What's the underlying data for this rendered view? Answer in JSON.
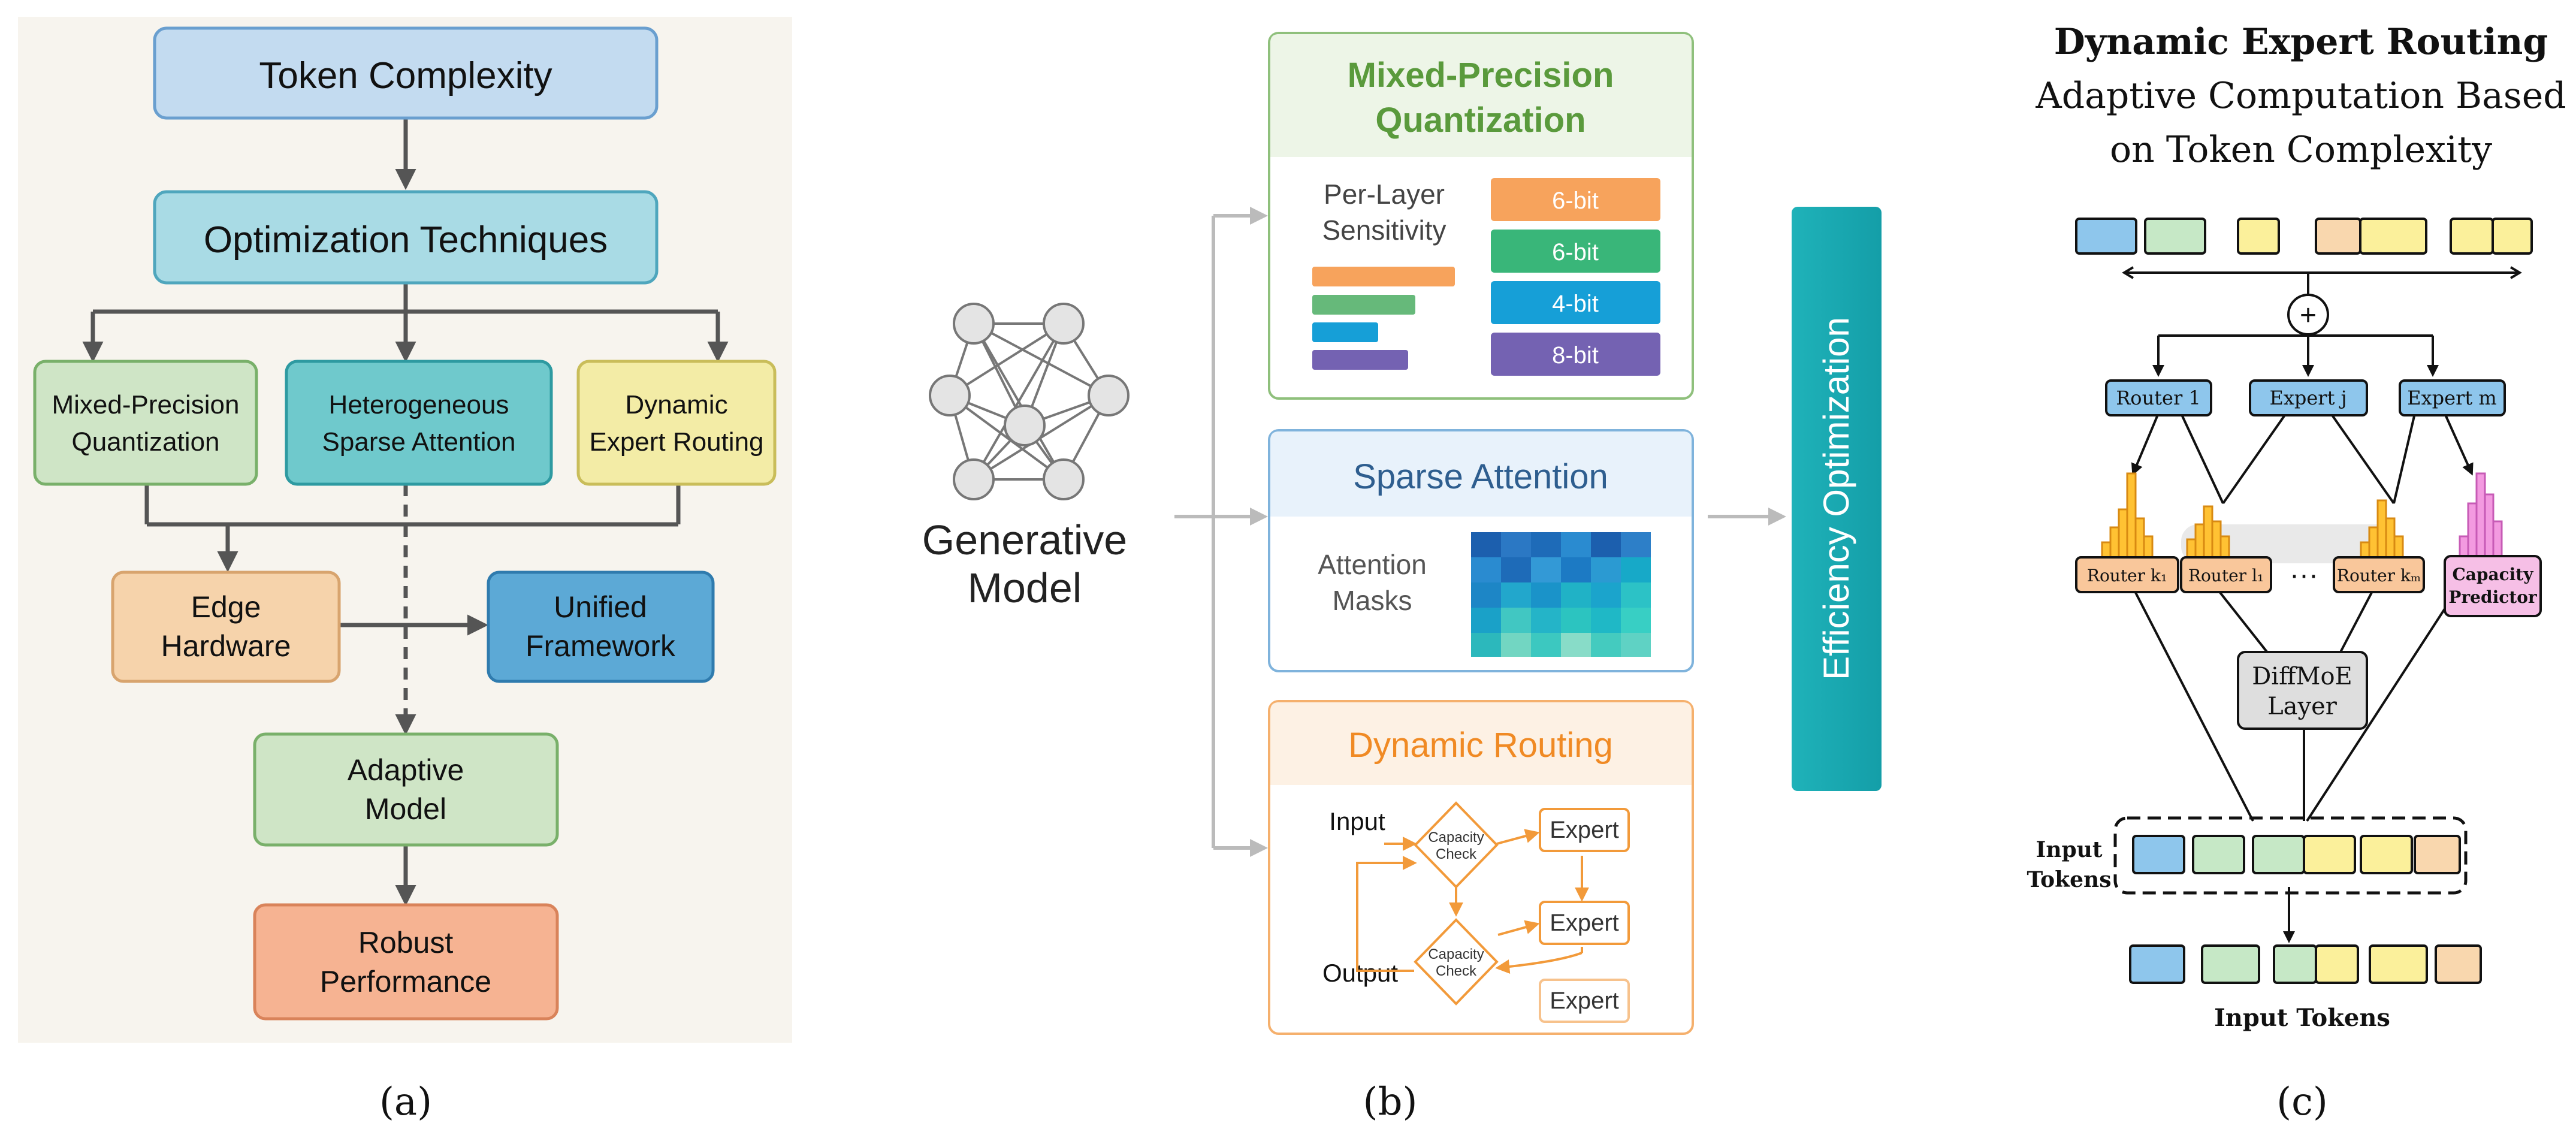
{
  "panel_a": {
    "token_complexity": "Token Complexity",
    "optimization_techniques": "Optimization Techniques",
    "mixed_precision": [
      "Mixed-Precision",
      "Quantization"
    ],
    "heterogeneous": [
      "Heterogeneous",
      "Sparse Attention"
    ],
    "dynamic_expert": [
      "Dynamic",
      "Expert Routing"
    ],
    "edge_hardware": [
      "Edge",
      "Hardware"
    ],
    "unified_framework": [
      "Unified",
      "Framework"
    ],
    "adaptive_model": [
      "Adaptive",
      "Model"
    ],
    "robust_performance": [
      "Robust",
      "Performance"
    ],
    "caption": "(a)"
  },
  "panel_b": {
    "generative_model": [
      "Generative",
      "Model"
    ],
    "mixed_precision_title": [
      "Mixed-Precision",
      "Quantization"
    ],
    "per_layer": [
      "Per-Layer",
      "Sensitivity"
    ],
    "bits": [
      "6-bit",
      "6-bit",
      "4-bit",
      "8-bit"
    ],
    "sparse_attention_title": "Sparse Attention",
    "attention_masks": [
      "Attention",
      "Masks"
    ],
    "dynamic_routing_title": "Dynamic Routing",
    "input": "Input",
    "output": "Output",
    "capacity_check": [
      "Capacity",
      "Check"
    ],
    "expert": "Expert",
    "efficiency": "Efficiency Optimization",
    "caption": "(b)"
  },
  "panel_c": {
    "title": "Dynamic Expert Routing",
    "subtitle": [
      "Adaptive Computation Based",
      "on Token Complexity"
    ],
    "router_1": "Router 1",
    "expert_j": "Expert j",
    "expert_m": "Expert m",
    "router_k1": "Router k₁",
    "router_l1": "Router l₁",
    "dots": "···",
    "router_km": "Router kₘ",
    "capacity_predictor": [
      "Capacity",
      "Predictor"
    ],
    "diffmoe": [
      "DiffMoE",
      "Layer"
    ],
    "input_tokens_left": [
      "Input",
      "Tokens"
    ],
    "input_tokens_bottom": "Input Tokens",
    "caption": "(c)"
  },
  "colors": {
    "blue_box": "#c3dbf0",
    "teal_box": "#a9dbe5",
    "green_box": "#cfe5c6",
    "teal_strong": "#6fc9cc",
    "yellow_box": "#f3eca6",
    "orange_box": "#f6d3ab",
    "unified_blue": "#5ca9d6",
    "robust_salmon": "#f6b392",
    "efficiency_teal": "#17a9b2",
    "bit_orange": "#f7a35c",
    "bit_green": "#39b679",
    "bit_blue": "#169fd7",
    "bit_purple": "#7462b2"
  }
}
